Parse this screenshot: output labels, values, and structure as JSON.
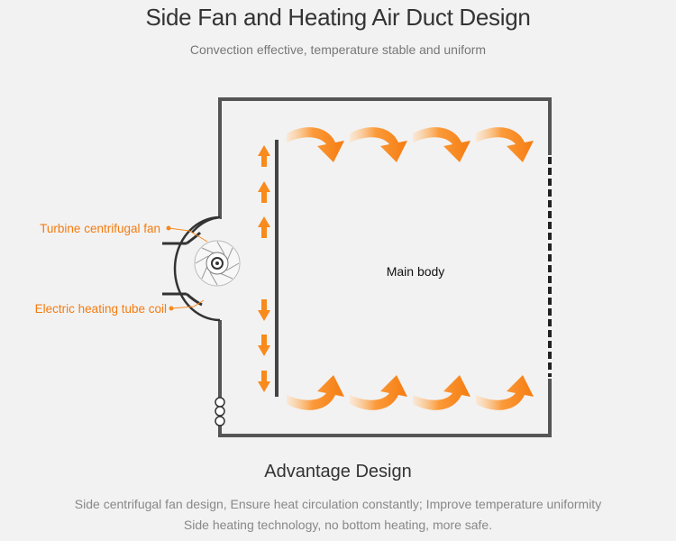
{
  "header": {
    "title": "Side Fan and Heating Air Duct Design",
    "subtitle": "Convection effective, temperature stable and uniform"
  },
  "diagram": {
    "labels": {
      "fan": "Turbine centrifugal fan",
      "coil": "Electric heating tube coil",
      "body": "Main body"
    },
    "colors": {
      "accent": "#f98a1c",
      "frame": "#555555",
      "background": "#f2f2f2"
    }
  },
  "footer": {
    "heading": "Advantage Design",
    "line1": "Side centrifugal fan design, Ensure heat circulation constantly;  Improve temperature uniformity",
    "line2": "Side heating technology, no bottom heating, more safe."
  }
}
